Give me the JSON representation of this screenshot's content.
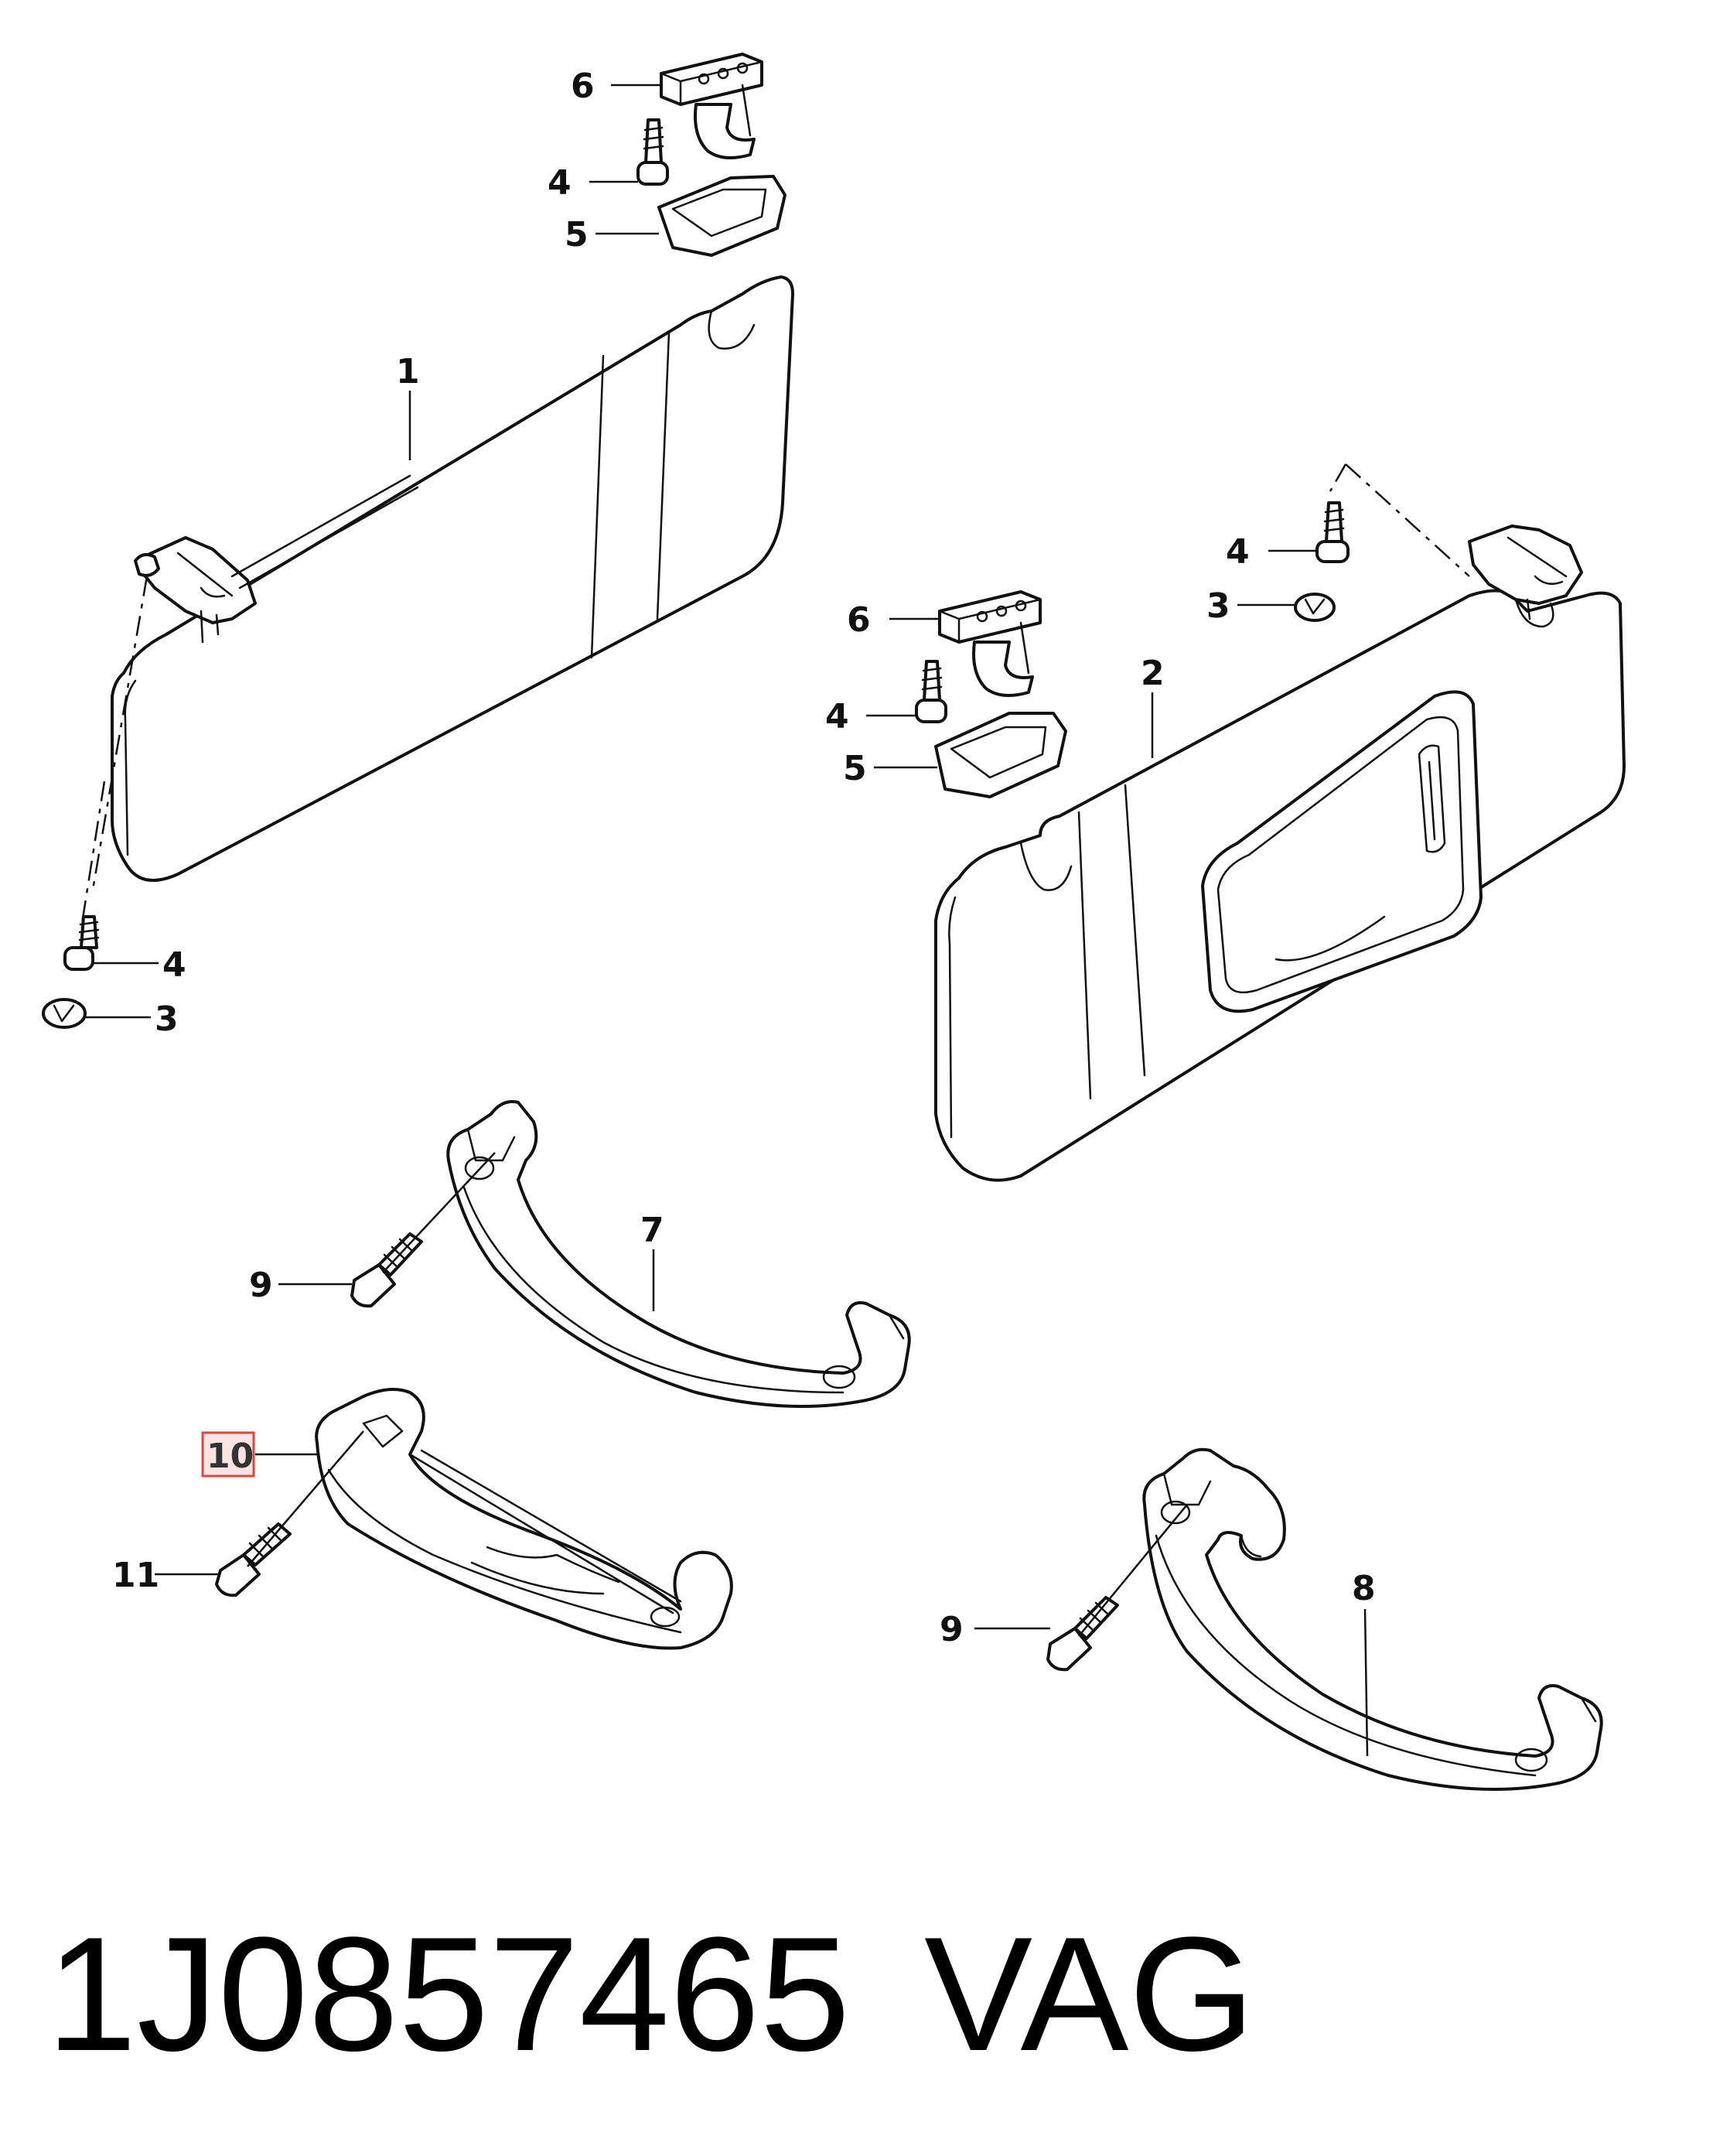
{
  "callouts": {
    "sun_visor_left": "1",
    "sun_visor_right": "2",
    "cap_left": "3",
    "screw_left_bottom": "4",
    "screw_left_top": "4",
    "cover_left": "5",
    "clip_left": "6",
    "cap_right": "3",
    "screw_right_top": "4",
    "screw_right_mid": "4",
    "cover_right": "5",
    "clip_right": "6",
    "grab_handle_7": "7",
    "grab_handle_8": "8",
    "screw_9a": "9",
    "screw_9b": "9",
    "grab_handle_10": "10",
    "screw_11": "11"
  },
  "highlighted_callout": "10",
  "highlight_color": "#d9473d",
  "footer": {
    "part_number": "1J0857465",
    "brand": "VAG"
  }
}
